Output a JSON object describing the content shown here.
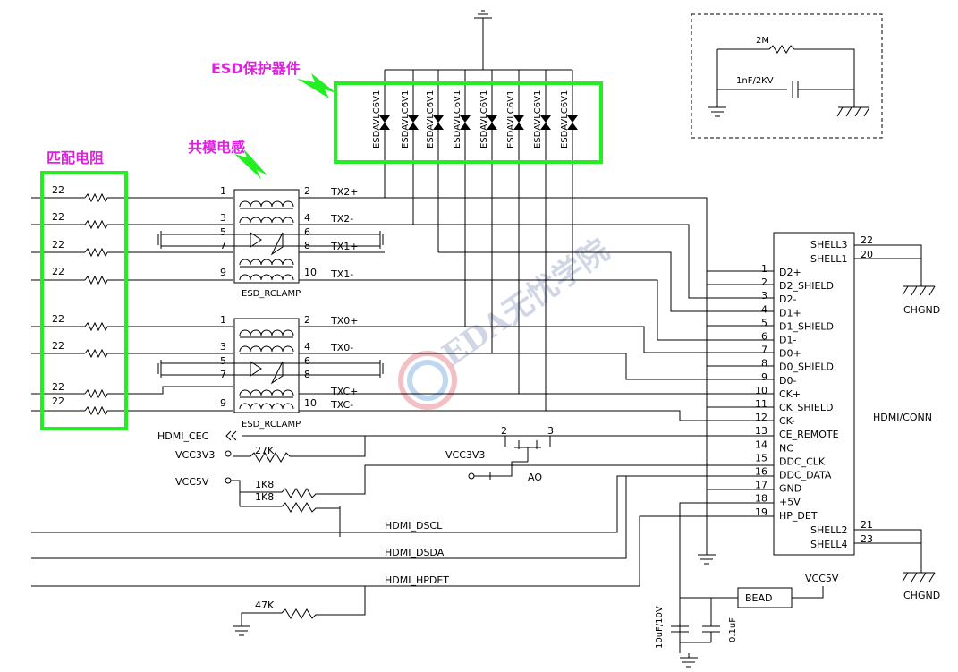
{
  "annotations": {
    "esd": "ESD保护器件",
    "cmc": "共模电感",
    "match": "匹配电阻"
  },
  "watermark": "EDA无忧学院",
  "colors": {
    "highlight": "#22ee22",
    "annotation": "#e020e0",
    "wire": "#000000"
  },
  "resistors": [
    "22",
    "22",
    "22",
    "22",
    "22",
    "22",
    "22",
    "22"
  ],
  "nets": {
    "tx2p": "TX2+",
    "tx2n": "TX2-",
    "tx1p": "TX1+",
    "tx1n": "TX1-",
    "tx0p": "TX0+",
    "tx0n": "TX0-",
    "txcp": "TXC+",
    "txcn": "TXC-",
    "hdmi_cec": "HDMI_CEC",
    "hdmi_dscl": "HDMI_DSCL",
    "hdmi_dsda": "HDMI_DSDA",
    "hdmi_hpdet": "HDMI_HPDET"
  },
  "cmc1": {
    "name": "ESD_RCLAMP",
    "pins": [
      "1",
      "2",
      "3",
      "4",
      "5",
      "6",
      "7",
      "8",
      "9",
      "10"
    ]
  },
  "cmc2": {
    "name": "ESD_RCLAMP",
    "pins": [
      "1",
      "2",
      "3",
      "4",
      "5",
      "6",
      "7",
      "8",
      "9",
      "10"
    ]
  },
  "esd_parts": [
    "ESDAVLC6V1",
    "ESDAVLC6V1",
    "ESDAVLC6V1",
    "ESDAVLC6V1",
    "ESDAVLC6V1",
    "ESDAVLC6V1",
    "ESDAVLC6V1",
    "ESDAVLC6V1"
  ],
  "power": {
    "vcc3v3_a": "VCC3V3",
    "vcc3v3_b": "VCC3V3",
    "vcc5v_a": "VCC5V",
    "vcc5v_b": "VCC5V"
  },
  "parts": {
    "r27k": "27K",
    "r1k8a": "1K8",
    "r1k8b": "1K8",
    "r47k": "47K",
    "ao": "AO",
    "bead": "BEAD",
    "c10u": "10uF/10V",
    "c01u": "0.1uF",
    "r2m": "2M",
    "c1n": "1nF/2KV"
  },
  "q_pins": {
    "left": "2",
    "right": "3"
  },
  "chgnd": [
    "CHGND",
    "CHGND"
  ],
  "connector": {
    "name": "HDMI/CONN",
    "pins": [
      {
        "num": "1",
        "name": "D2+"
      },
      {
        "num": "2",
        "name": "D2_SHIELD"
      },
      {
        "num": "3",
        "name": "D2-"
      },
      {
        "num": "4",
        "name": "D1+"
      },
      {
        "num": "5",
        "name": "D1_SHIELD"
      },
      {
        "num": "6",
        "name": "D1-"
      },
      {
        "num": "7",
        "name": "D0+"
      },
      {
        "num": "8",
        "name": "D0_SHIELD"
      },
      {
        "num": "9",
        "name": "D0-"
      },
      {
        "num": "10",
        "name": "CK+"
      },
      {
        "num": "11",
        "name": "CK_SHIELD"
      },
      {
        "num": "12",
        "name": "CK-"
      },
      {
        "num": "13",
        "name": "CE_REMOTE"
      },
      {
        "num": "14",
        "name": "NC"
      },
      {
        "num": "15",
        "name": "DDC_CLK"
      },
      {
        "num": "16",
        "name": "DDC_DATA"
      },
      {
        "num": "17",
        "name": "GND"
      },
      {
        "num": "18",
        "name": "+5V"
      },
      {
        "num": "19",
        "name": "HP_DET"
      }
    ],
    "shells": [
      {
        "name": "SHELL3",
        "num": "22"
      },
      {
        "name": "SHELL1",
        "num": "20"
      },
      {
        "name": "SHELL2",
        "num": "21"
      },
      {
        "name": "SHELL4",
        "num": "23"
      }
    ]
  }
}
